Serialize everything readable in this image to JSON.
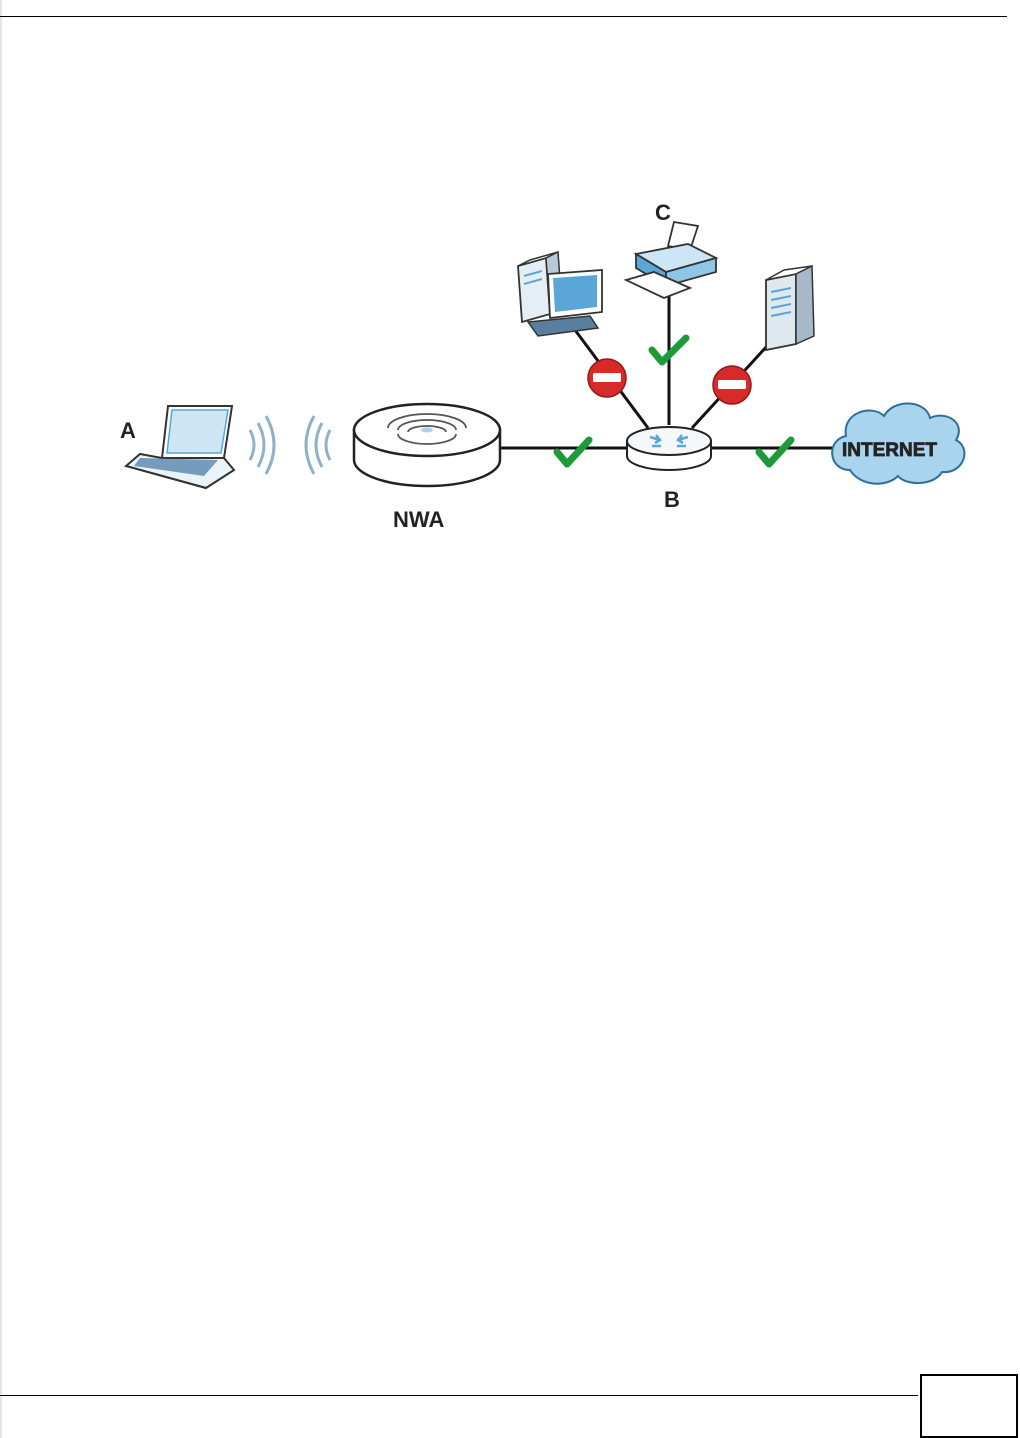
{
  "diagram": {
    "labels": {
      "client_a": "A",
      "access_point": "NWA",
      "router_b": "B",
      "printer_c": "C",
      "internet": "INTERNET"
    }
  },
  "footer": {
    "page_number": ""
  },
  "colors": {
    "link_line": "#111111",
    "allowed_check": "#1f9a3a",
    "blocked_sign": "#d72b2b",
    "device_blue": "#5aa6d6",
    "cloud_blue": "#a9d4ee"
  }
}
